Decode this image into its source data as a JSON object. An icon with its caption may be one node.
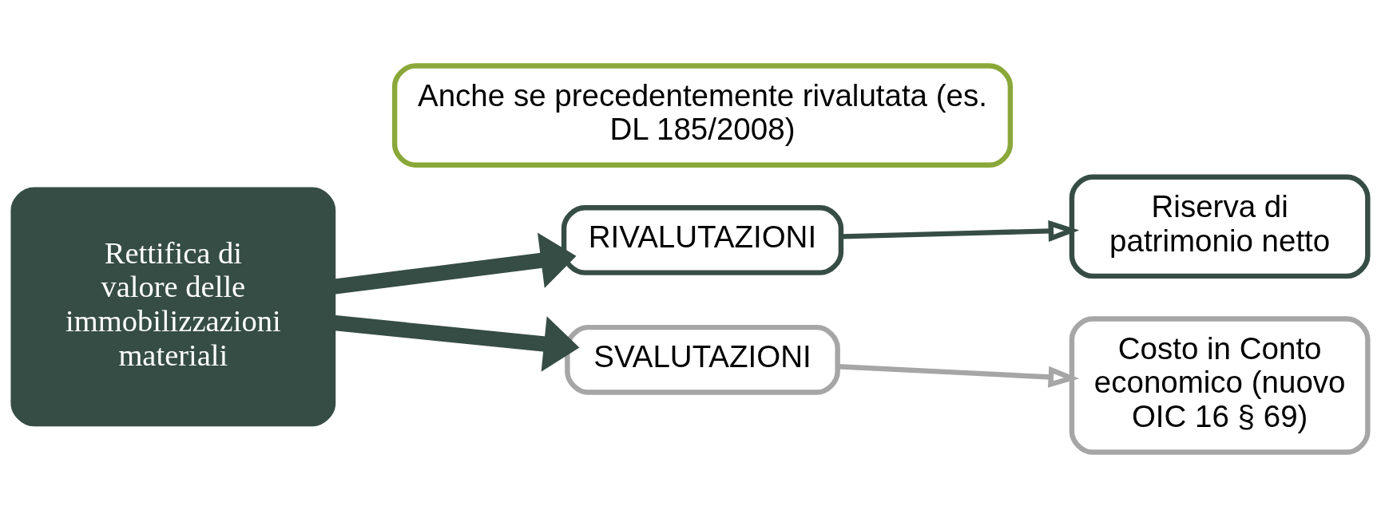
{
  "diagram": {
    "nodes": [
      {
        "text": [
          "Rettifica di valore delle immobilizzazioni materiali"
        ]
      },
      {
        "text": [
          "RIVALUTAZIONI"
        ]
      },
      {
        "text": [
          "Riserva di patrimonio netto"
        ]
      },
      {
        "text": [
          "SVALUTAZIONI"
        ]
      },
      {
        "text": [
          "Costo in Conto economico (nuovo OIC 16 § 69)"
        ]
      },
      {
        "text": [
          "Anche se precedentemente rivalutata (es. DL 185/2008)"
        ]
      }
    ],
    "edges": [
      {
        "from": 0,
        "to": 1,
        "arrow": "to",
        "style": "thick"
      },
      {
        "from": 1,
        "to": 2,
        "arrow": "to"
      },
      {
        "from": 0,
        "to": 3,
        "arrow": "to",
        "style": "thick"
      },
      {
        "from": 3,
        "to": 4,
        "arrow": "to",
        "color": "#a6a6a6"
      }
    ]
  }
}
